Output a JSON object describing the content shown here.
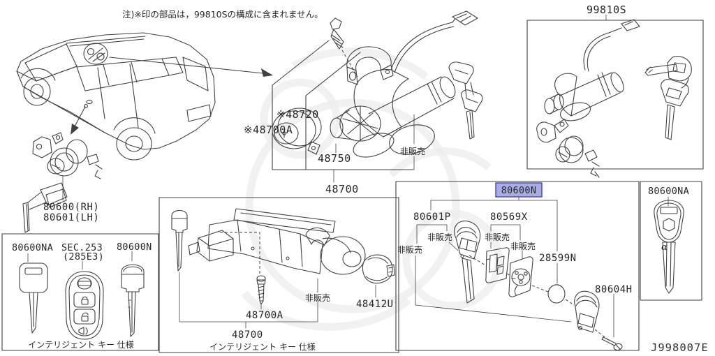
{
  "note": "注)※印の部品は，99810Sの構成に含まれません。",
  "diagram_code": "J998007E",
  "colors": {
    "line": "#404040",
    "highlight_bg": "#a9aee2",
    "highlight_border": "#3f45b5"
  },
  "ignition_section": {
    "part_48720": "※48720",
    "part_48700A": "※48700A",
    "part_48750": "48750",
    "not_for_sale": "非販売",
    "part_48700": "48700"
  },
  "door_lock": {
    "part_rh": "80600(RH)",
    "part_lh": "80601(LH)"
  },
  "kit_box": {
    "title": "99810S"
  },
  "intelligent_key_box": {
    "part_80600NA": "80600NA",
    "sec_line1": "SEC.253",
    "sec_line2": "(285E3)",
    "part_80600N": "80600N",
    "caption": "インテリジェント キー 仕様"
  },
  "steering_lock_box": {
    "part_48700A": "48700A",
    "not_for_sale": "非販売",
    "part_48412U": "48412U",
    "part_48700": "48700",
    "caption": "インテリジェント キー 仕様"
  },
  "key_set_box": {
    "selected_part": "80600N",
    "part_80601P": "80601P",
    "part_80569X": "80569X",
    "not_for_sale_1": "非販売",
    "not_for_sale_2": "非販売",
    "not_for_sale_3": "非販売",
    "not_for_sale_4": "非販売",
    "part_28599N": "28599N",
    "part_80604H": "80604H"
  },
  "master_key_box": {
    "part_80600NA": "80600NA",
    "key_marking": "α"
  }
}
